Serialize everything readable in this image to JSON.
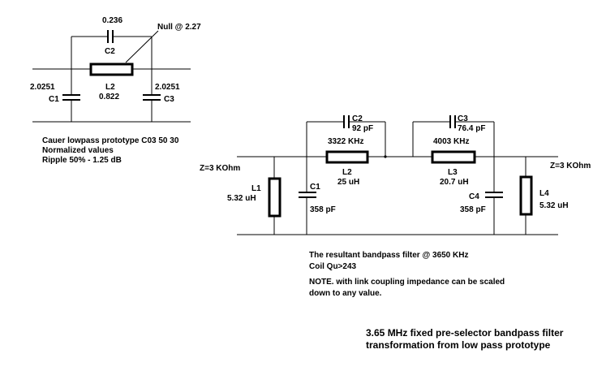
{
  "prototype": {
    "c2_value": "0.236",
    "c2_label": "C2",
    "null_label": "Null @ 2.27",
    "l2_label": "L2",
    "l2_value": "0.822",
    "c1_value": "2.0251",
    "c1_label": "C1",
    "c3_value": "2.0251",
    "c3_label": "C3",
    "caption_line1": "Cauer lowpass prototype C03 50 30",
    "caption_line2": "Normalized values",
    "caption_line3": "Ripple 50% - 1.25 dB"
  },
  "bandpass": {
    "z_left": "Z=3 KOhm",
    "z_right": "Z=3 KOhm",
    "l1_label": "L1",
    "l1_value": "5.32 uH",
    "c1_label": "C1",
    "c1_value": "358 pF",
    "c2_label": "C2",
    "c2_value": "92 pF",
    "l2_freq": "3322 KHz",
    "l2_label": "L2",
    "l2_value": "25 uH",
    "c3_label": "C3",
    "c3_value": "76.4 pF",
    "l3_freq": "4003 KHz",
    "l3_label": "L3",
    "l3_value": "20.7 uH",
    "c4_label": "C4",
    "c4_value": "358 pF",
    "l4_label": "L4",
    "l4_value": "5.32 uH",
    "note_line1": "The resultant bandpass filter @ 3650 KHz",
    "note_line2": "Coil Qu>243",
    "note_line3": "NOTE. with link coupling impedance can be scaled",
    "note_line4": "down to any value."
  },
  "title": {
    "line1": "3.65 MHz fixed pre-selector bandpass filter",
    "line2": "transformation from low pass prototype"
  }
}
